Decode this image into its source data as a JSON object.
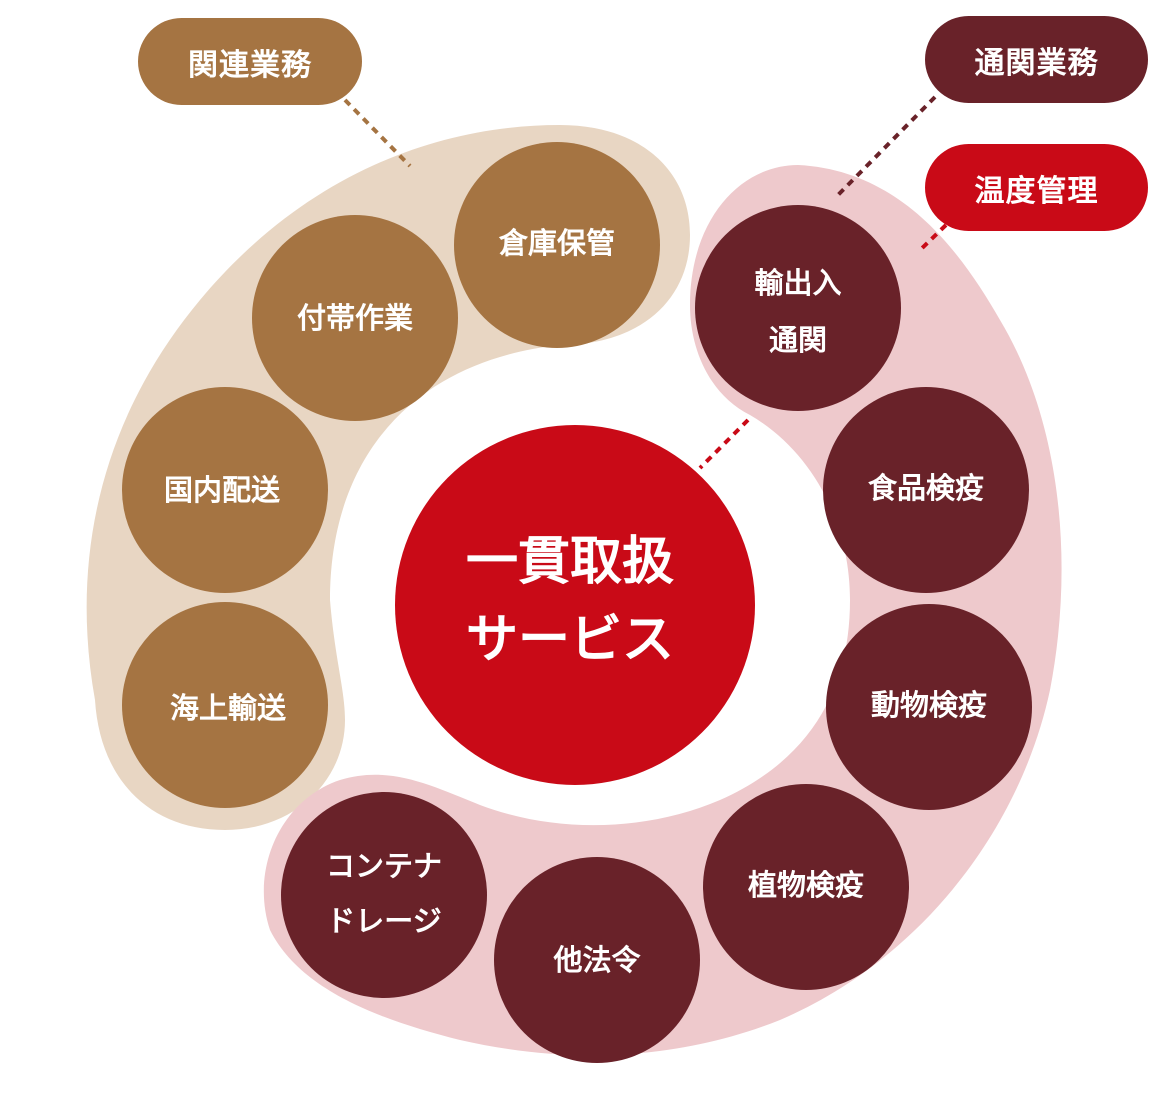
{
  "colors": {
    "related_band": "#e8d6c3",
    "related_circle": "#a57442",
    "customs_band": "#eec9cc",
    "customs_circle": "#692229",
    "center": "#c90a17",
    "temperature": "#c90a17",
    "text": "#ffffff"
  },
  "center": {
    "line1": "一貫取扱",
    "line2": "サービス"
  },
  "pills": {
    "related": {
      "label": "関連業務"
    },
    "customs": {
      "label": "通関業務"
    },
    "temperature": {
      "label": "温度管理"
    }
  },
  "related_services": [
    {
      "label": "倉庫保管"
    },
    {
      "label": "付帯作業"
    },
    {
      "label": "国内配送"
    },
    {
      "label": "海上輸送"
    }
  ],
  "customs_services": [
    {
      "line1": "輸出入",
      "line2": "通関"
    },
    {
      "label": "食品検疫"
    },
    {
      "label": "動物検疫"
    },
    {
      "label": "植物検疫"
    },
    {
      "label": "他法令"
    },
    {
      "line1": "コンテナ",
      "line2": "ドレージ"
    }
  ]
}
